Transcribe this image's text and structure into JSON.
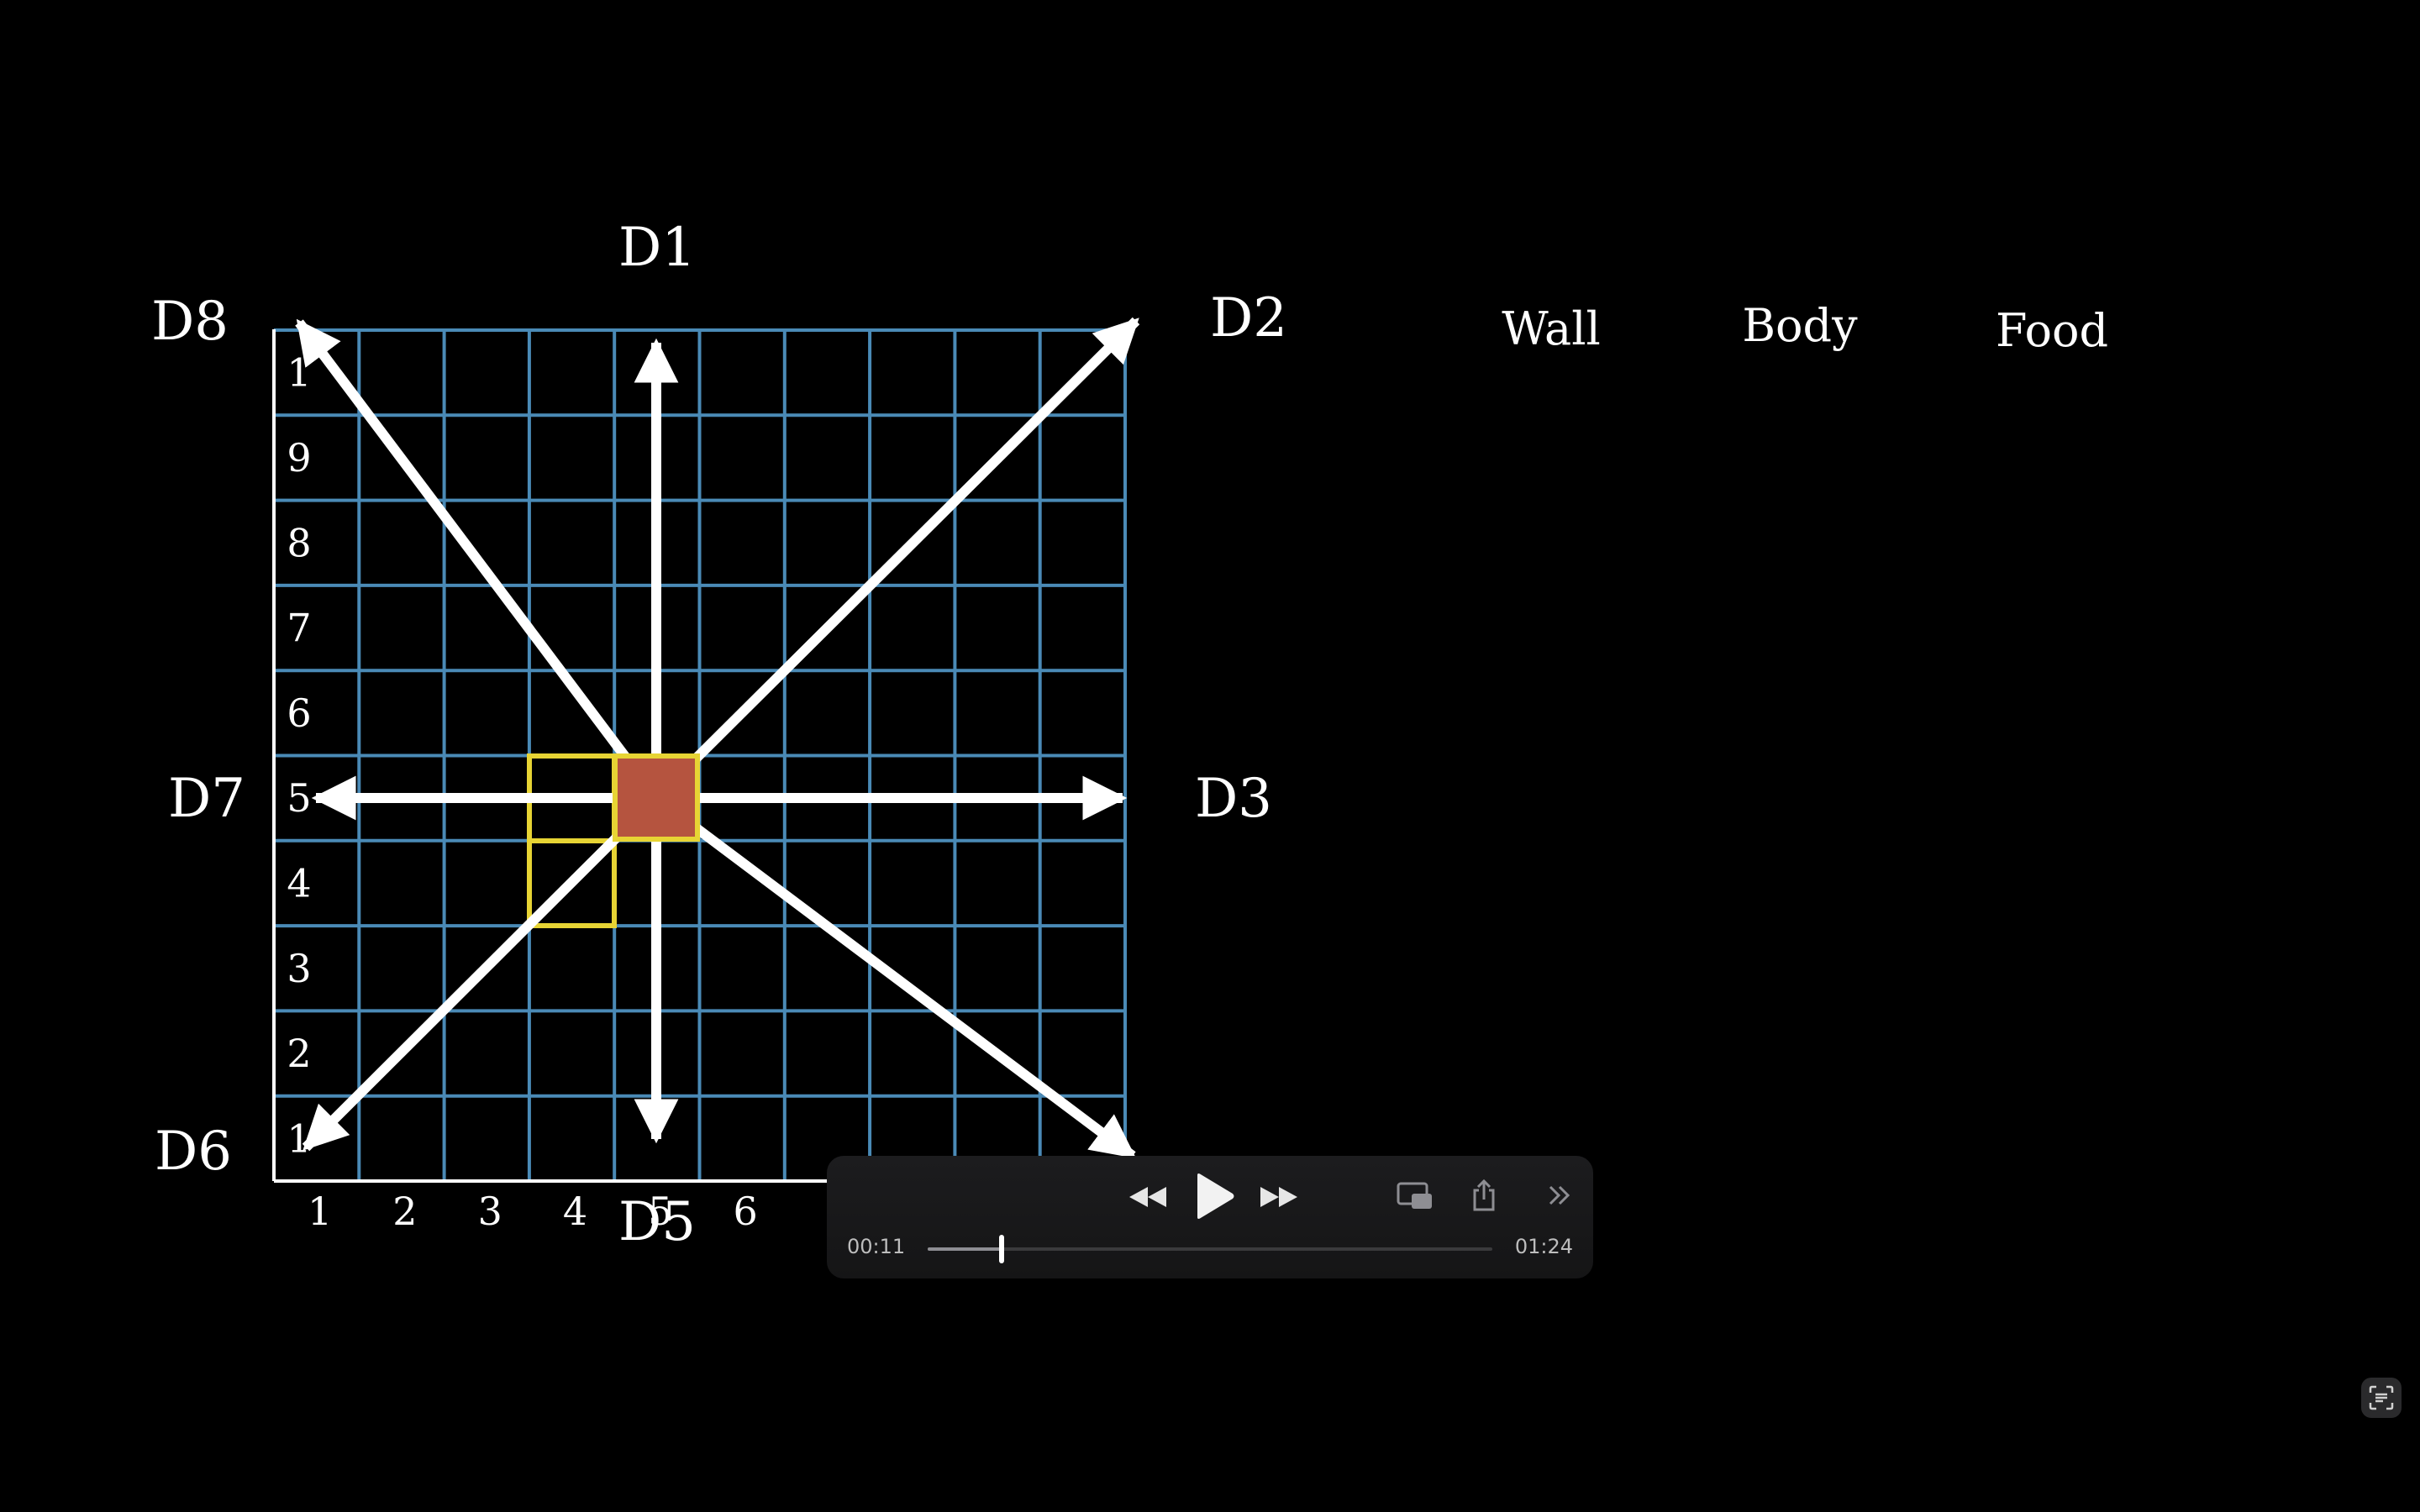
{
  "diagram": {
    "directions": [
      "D1",
      "D2",
      "D3",
      "D5",
      "D6",
      "D7",
      "D8"
    ],
    "y_ticks": [
      "1",
      "2",
      "3",
      "4",
      "5",
      "6",
      "7",
      "8",
      "9",
      "1"
    ],
    "x_ticks": [
      "1",
      "2",
      "3",
      "4",
      "5",
      "6"
    ],
    "legend": [
      "Wall",
      "Body",
      "Food"
    ],
    "colors": {
      "grid": "#4a8ab6",
      "arrow": "#ffffff",
      "head_cell": "#b5543f",
      "highlight": "#e7d434",
      "background": "#000000"
    }
  },
  "player": {
    "current_time": "00:11",
    "total_time": "01:24",
    "progress": 0.131,
    "buttons": [
      "rewind",
      "play",
      "fast-forward",
      "picture-in-picture",
      "share",
      "more"
    ]
  },
  "live_text": {
    "icon": "live-text-icon"
  }
}
